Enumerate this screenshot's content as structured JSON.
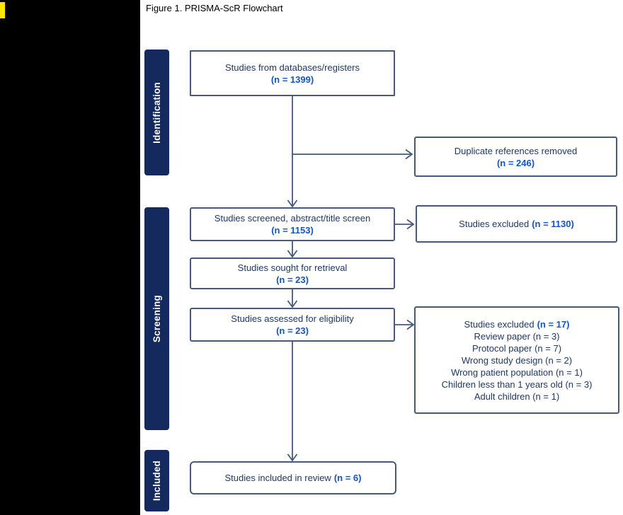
{
  "title": "Figure 1. PRISMA-ScR Flowchart",
  "colors": {
    "stage_fill": "#14295D",
    "box_border": "#455A7D",
    "arrow": "#455A7D",
    "text_navy": "#1F3864",
    "count_blue": "#1155CC",
    "side_panel": "#000000",
    "corner_marker": "#FFE600"
  },
  "stages": [
    {
      "label": "Identification"
    },
    {
      "label": "Screening"
    },
    {
      "label": "Included"
    }
  ],
  "boxes": {
    "databases": {
      "line1": "Studies from databases/registers",
      "n": "(n = 1399)"
    },
    "duplicates": {
      "line1": "Duplicate references removed",
      "n": "(n = 246)"
    },
    "screened": {
      "line1": "Studies screened, abstract/title screen",
      "n": "(n = 1153)"
    },
    "excluded_screen": {
      "line1": "Studies excluded",
      "n": "(n = 1130)"
    },
    "retrieval": {
      "line1": "Studies sought for retrieval",
      "n": "(n = 23)"
    },
    "eligibility": {
      "line1": "Studies assessed for eligibility",
      "n": "(n = 23)"
    },
    "excluded_full": {
      "line1": "Studies excluded",
      "n": "(n = 17)",
      "reasons": [
        "Review paper (n = 3)",
        "Protocol paper (n = 7)",
        "Wrong study design (n = 2)",
        "Wrong patient population (n = 1)",
        "Children less than 1 years old (n = 3)",
        "Adult children (n = 1)"
      ]
    },
    "included": {
      "line1": "Studies included in review",
      "n": "(n = 6)"
    }
  }
}
